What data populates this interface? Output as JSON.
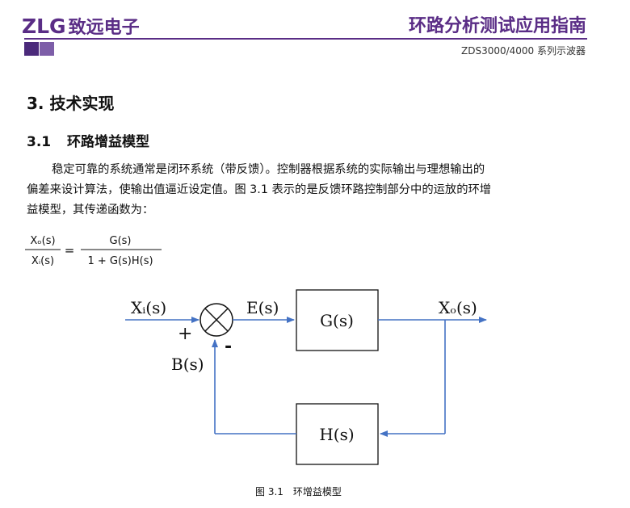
{
  "header": {
    "logo_latin": "ZLG",
    "logo_chinese": "致远电子",
    "title": "环路分析测试应用指南",
    "subtitle": "ZDS3000/4000 系列示波器"
  },
  "section": {
    "heading": "3. 技术实现"
  },
  "subsection": {
    "number": "3.1",
    "title": "环路增益模型"
  },
  "paragraph": {
    "line1": "稳定可靠的系统通常是闭环系统（带反馈）。控制器根据系统的实际输出与理想输出的",
    "line2": "偏差来设计算法，使输出值逼近设定值。图 3.1 表示的是反馈环路控制部分中的运放的环增",
    "line3": "益模型，其传递函数为："
  },
  "equation": {
    "lhs_num": "Xₒ(s)",
    "lhs_den": "Xᵢ(s)",
    "equals": "=",
    "rhs_num": "G(s)",
    "rhs_den": "1 + G(s)H(s)"
  },
  "diagram": {
    "input_label": "Xᵢ(s)",
    "error_label": "E(s)",
    "forward_block": "G(s)",
    "output_label": "Xₒ(s)",
    "feedback_block": "H(s)",
    "feedback_label": "B(s)",
    "plus_sign": "+",
    "minus_sign": "-",
    "line_color": "#4472c4"
  },
  "figure": {
    "number": "图 3.1",
    "title": "环增益模型"
  }
}
